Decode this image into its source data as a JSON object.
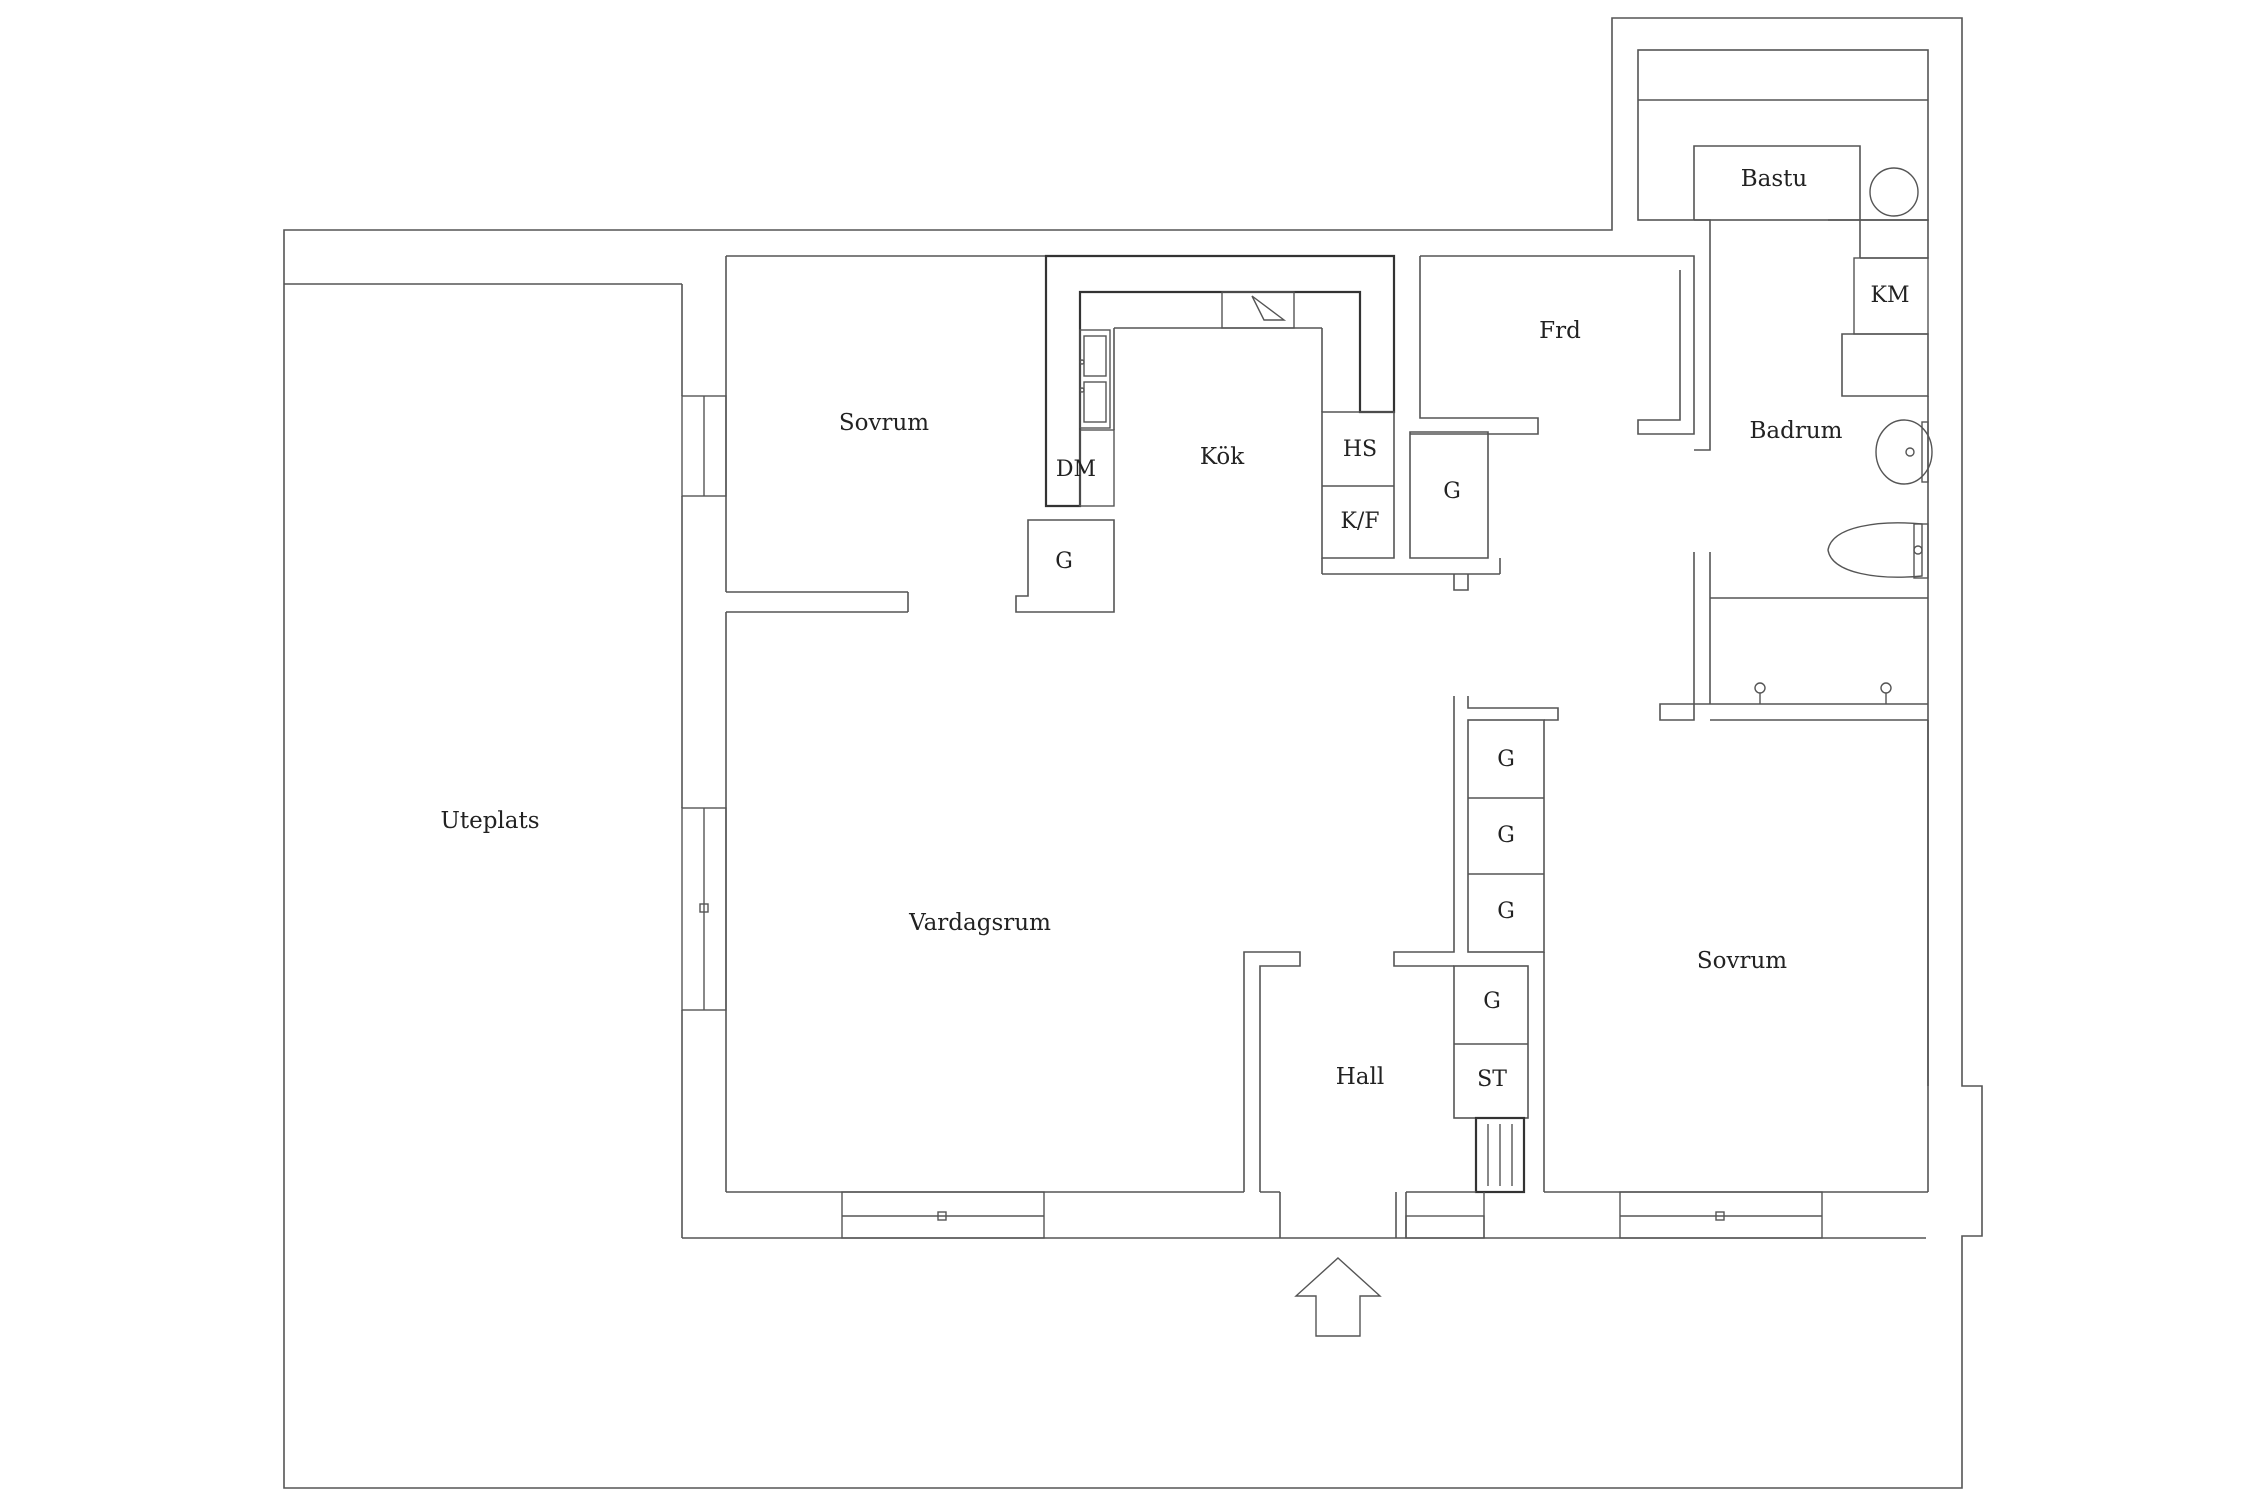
{
  "rooms": {
    "uteplats": "Uteplats",
    "sovrum_1": "Sovrum",
    "kok": "Kök",
    "frd": "Frd",
    "bastu": "Bastu",
    "badrum": "Badrum",
    "vardagsrum": "Vardagsrum",
    "hall": "Hall",
    "sovrum_2": "Sovrum"
  },
  "fixtures": {
    "dm": "DM",
    "g_kitchen": "G",
    "hs": "HS",
    "kf": "K/F",
    "g_frd": "G",
    "km": "KM",
    "g_hall_1": "G",
    "g_hall_2": "G",
    "g_hall_3": "G",
    "g_hall_4": "G",
    "st": "ST"
  },
  "icons": {
    "entrance": "entrance-arrow-icon",
    "sink": "washbasin-icon",
    "toilet": "toilet-icon",
    "kitchen_sink": "kitchen-sink-icon",
    "stove": "stove-icon",
    "sauna_heater": "sauna-heater-icon",
    "shower": "shower-icon",
    "radiator": "radiator-icon"
  }
}
